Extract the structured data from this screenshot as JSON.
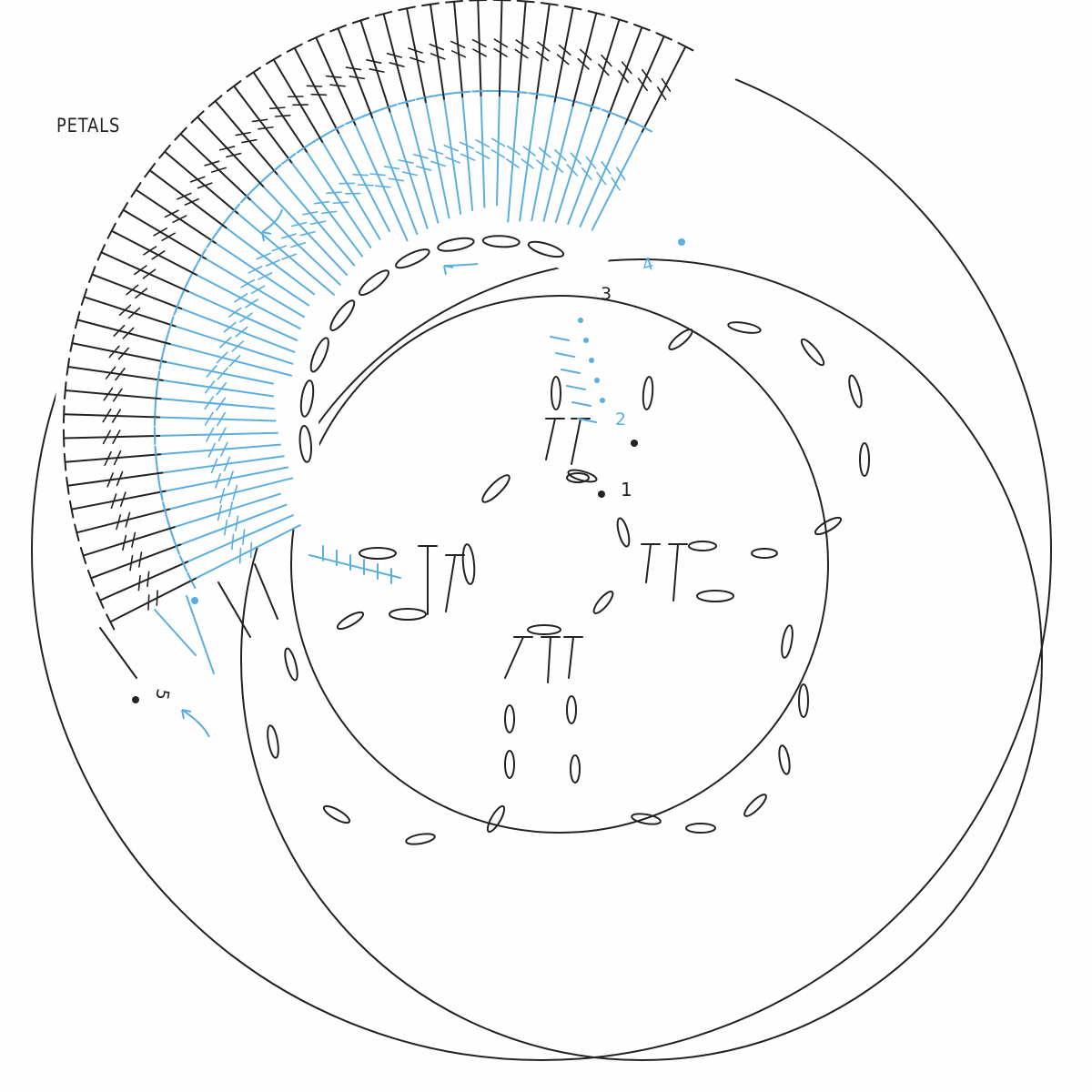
{
  "title": "PETALS",
  "round_labels": [
    {
      "text": "1",
      "color": "#222222"
    },
    {
      "text": "2",
      "color": "#5aaee0"
    },
    {
      "text": "3",
      "color": "#222222"
    },
    {
      "text": "4",
      "color": "#5aaee0"
    },
    {
      "text": "5",
      "color": "#222222"
    }
  ],
  "colors": {
    "ink": "#222222",
    "blue": "#5aaee0",
    "paper": "#fefefe"
  }
}
